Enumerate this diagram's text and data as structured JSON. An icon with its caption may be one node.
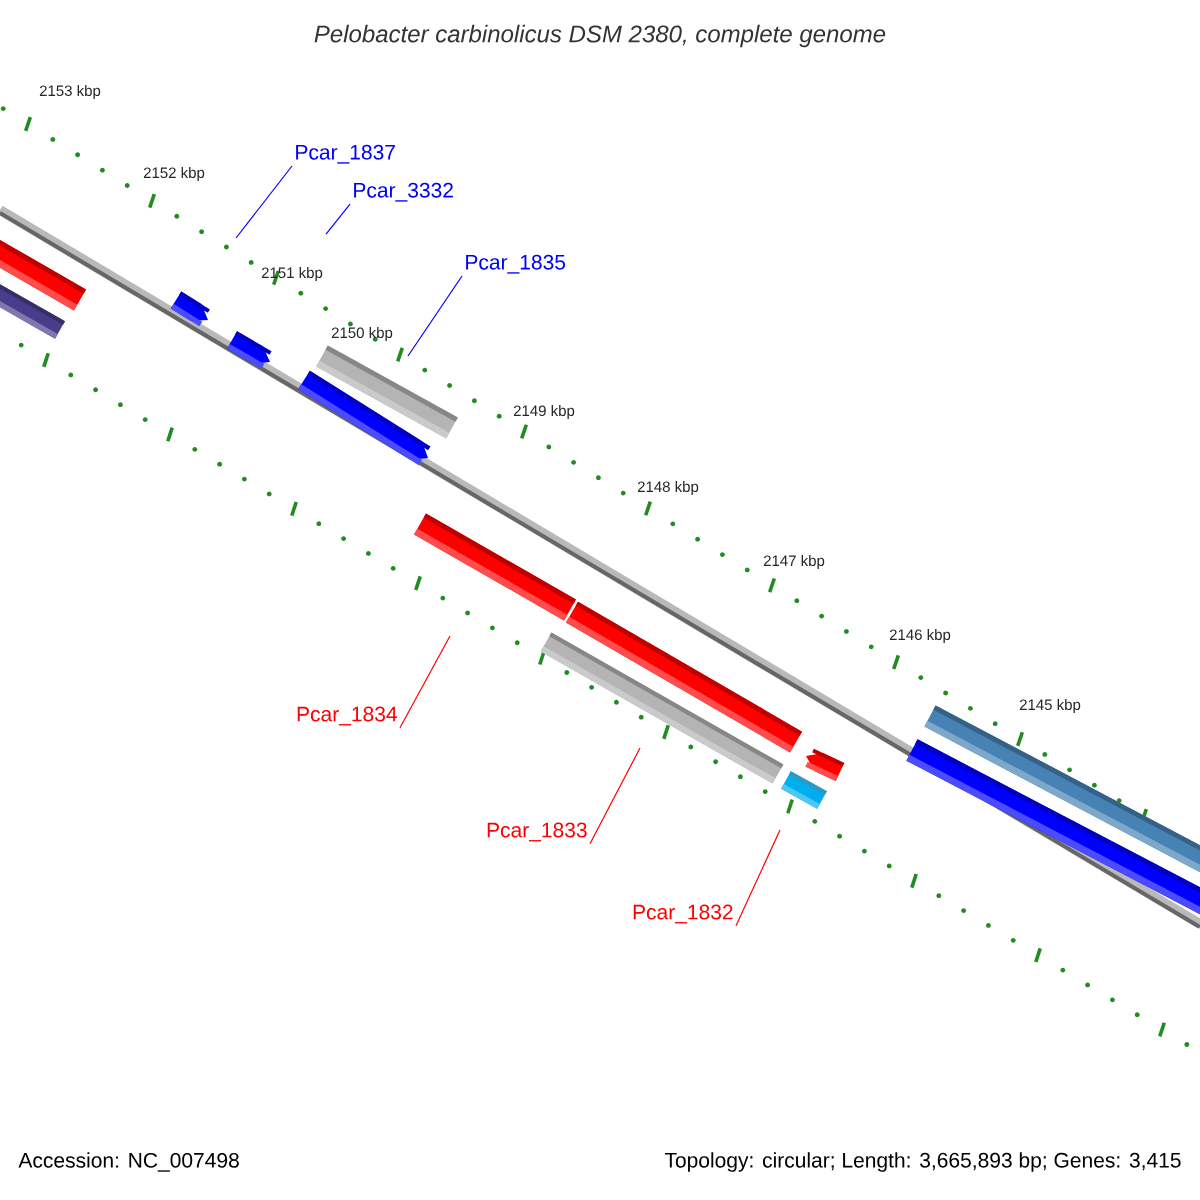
{
  "diagram": {
    "title": "Pelobacter carbinolicus DSM 2380, complete genome",
    "nodes": [
      {
        "text": [
          "Pcar_1837"
        ]
      },
      {
        "text": [
          "Pcar_3332"
        ]
      },
      {
        "text": [
          "Pcar_1835"
        ]
      },
      {
        "text": [
          "Pcar_1834"
        ]
      },
      {
        "text": [
          "Pcar_1833"
        ]
      },
      {
        "text": [
          "Pcar_1832"
        ]
      }
    ],
    "edges": [
      {
        "from": 0,
        "to": null,
        "arrow": "none",
        "color": "#0000ff"
      },
      {
        "from": 1,
        "to": null,
        "arrow": "none",
        "color": "#0000ff"
      },
      {
        "from": 2,
        "to": null,
        "arrow": "none",
        "color": "#0000ff"
      },
      {
        "from": 3,
        "to": null,
        "arrow": "none",
        "color": "#ff0000"
      },
      {
        "from": 4,
        "to": null,
        "arrow": "none",
        "color": "#ff0000"
      },
      {
        "from": 5,
        "to": null,
        "arrow": "none",
        "color": "#ff0000"
      }
    ],
    "labels": [
      "2153 kbp",
      "2152 kbp",
      "2151 kbp",
      "2150 kbp",
      "2149 kbp",
      "2148 kbp",
      "2147 kbp",
      "2146 kbp",
      "2145 kbp",
      "Accession: NC_007498",
      "Topology: circular; Length: 3,665,893 bp; Genes: 3,415"
    ]
  }
}
